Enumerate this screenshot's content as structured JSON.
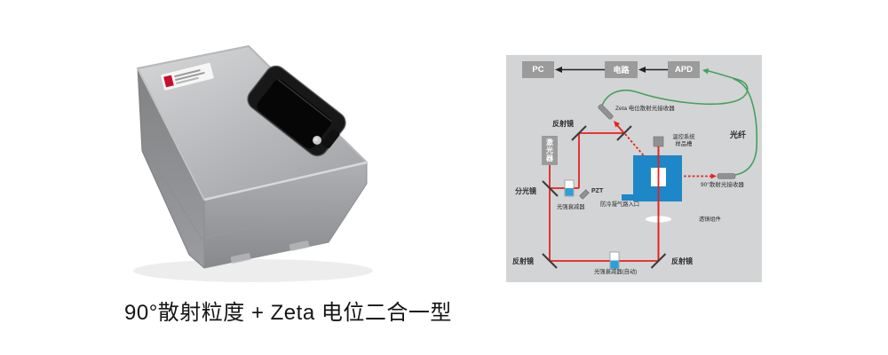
{
  "product": {
    "caption": "90°散射粒度 + Zeta 电位二合一型"
  },
  "diagram": {
    "nodes": {
      "pc": "PC",
      "circuit": "电路",
      "apd": "APD"
    },
    "labels": {
      "zeta_receiver": "Zeta 电位散射光接收器",
      "mirror_top": "反射镜",
      "laser": "激光器",
      "fiber": "光纤",
      "temp_system_line1": "温控系统",
      "temp_system_line2": "样品槽",
      "beam_splitter": "分光镜",
      "attenuator": "光强衰减器",
      "pzt": "PZT",
      "gas_inlet": "防冷凝气路入口",
      "receiver_90": "90°散射光接收器",
      "lens": "透镜组件",
      "mirror_bottom_left": "反射镜",
      "mirror_bottom_right": "反射镜",
      "attenuator_auto": "光强衰减器(自动)"
    },
    "colors": {
      "background": "#d3d4d5",
      "beam_red": "#e8211d",
      "fiber_green": "#44a05e",
      "chamber_blue": "#1d87c8",
      "node_gray": "#9b9b9b"
    }
  }
}
